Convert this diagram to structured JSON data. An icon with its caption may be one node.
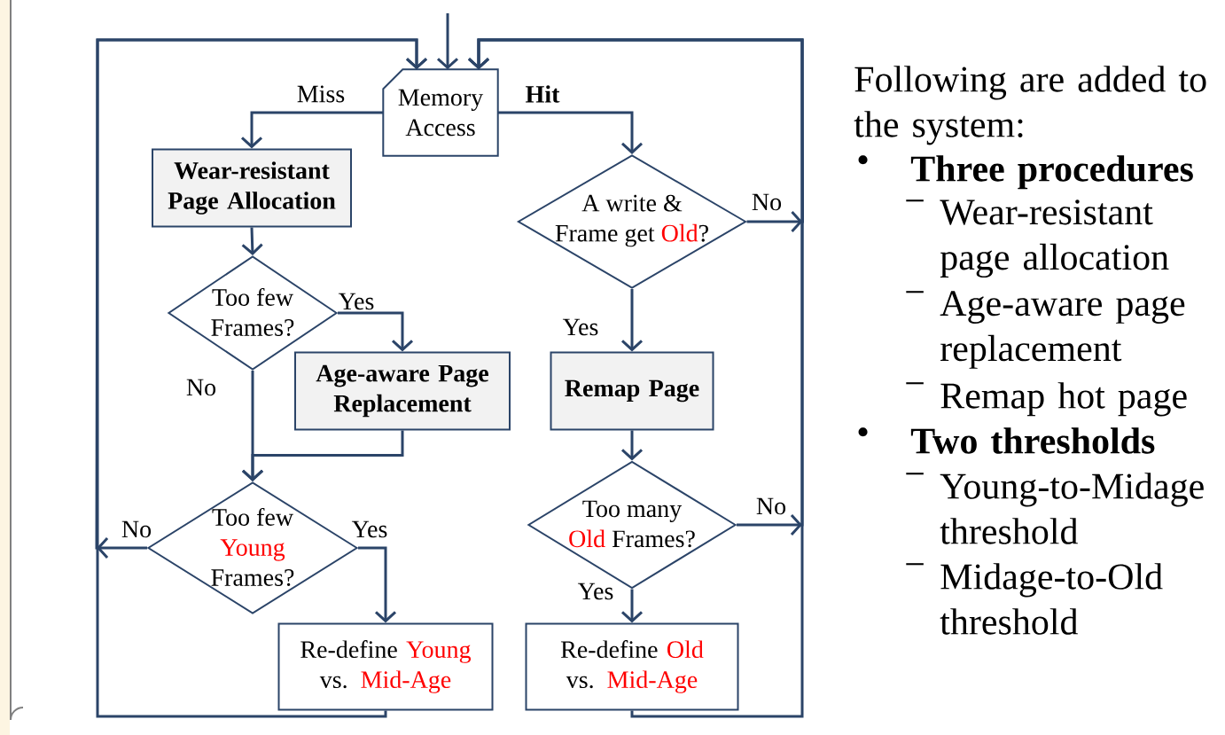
{
  "diagram": {
    "nodes": [
      {
        "text": [
          "Memory Access"
        ]
      },
      {
        "text": [
          "Wear-resistant Page Allocation"
        ]
      },
      {
        "text": [
          "Too few Frames?"
        ]
      },
      {
        "text": [
          "Age-aware Page Replacement"
        ]
      },
      {
        "text": [
          "Too few",
          "Young",
          "Frames?"
        ]
      },
      {
        "text": [
          "Re-define",
          "Young",
          "vs.",
          "Mid-Age"
        ]
      },
      {
        "text": [
          "A write &",
          "Frame get",
          "Old",
          "?"
        ]
      },
      {
        "text": [
          "Remap Page"
        ]
      },
      {
        "text": [
          "Too many",
          "Old",
          "Frames?"
        ]
      },
      {
        "text": [
          "Re-define",
          "Old",
          "vs.",
          "Mid-Age"
        ]
      }
    ],
    "edges": [
      {
        "from": null,
        "to": 0,
        "arrow": "to"
      },
      {
        "from": 0,
        "to": 1,
        "arrow": "to",
        "label": "Miss"
      },
      {
        "from": 0,
        "to": 6,
        "arrow": "to",
        "label": "Hit"
      },
      {
        "from": 1,
        "to": 2,
        "arrow": "to"
      },
      {
        "from": 2,
        "to": 3,
        "arrow": "to",
        "label": "Yes"
      },
      {
        "from": 2,
        "to": 4,
        "arrow": "to",
        "label": "No"
      },
      {
        "from": 3,
        "to": 4,
        "arrow": "to"
      },
      {
        "from": 4,
        "to": 5,
        "arrow": "to",
        "label": "Yes"
      },
      {
        "from": 4,
        "to": 0,
        "arrow": "to",
        "label": "No"
      },
      {
        "from": 5,
        "to": 0,
        "arrow": "to"
      },
      {
        "from": 6,
        "to": 7,
        "arrow": "to",
        "label": "Yes"
      },
      {
        "from": 6,
        "to": 0,
        "arrow": "to",
        "label": "No"
      },
      {
        "from": 7,
        "to": 8,
        "arrow": "to"
      },
      {
        "from": 8,
        "to": 9,
        "arrow": "to",
        "label": "Yes"
      },
      {
        "from": 8,
        "to": 0,
        "arrow": "to",
        "label": "No"
      },
      {
        "from": 9,
        "to": 0,
        "arrow": "to"
      }
    ],
    "labels": [
      "Following are added to the system:",
      "•",
      "Three procedures",
      "−",
      "Wear-resistant page allocation",
      "−",
      "Age-aware page replacement",
      "−",
      "Remap hot page",
      "•",
      "Two thresholds",
      "−",
      "Young-to-Midage threshold",
      "−",
      "Midage-to-Old threshold"
    ]
  }
}
